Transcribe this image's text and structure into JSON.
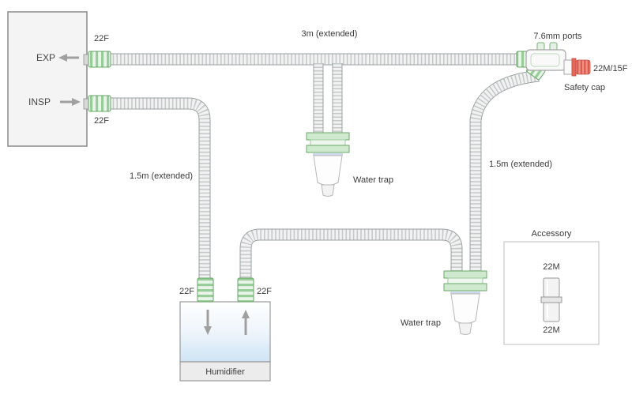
{
  "ventilator": {
    "exp": "EXP",
    "insp": "INSP"
  },
  "ports": {
    "exp_size": "22F",
    "insp_size": "22F",
    "humidifier_inlet_size": "22F",
    "humidifier_outlet_size": "22F",
    "patient_connector_size": "22M/15F",
    "monitoring_ports": "7.6mm ports",
    "safety_cap": "Safety cap"
  },
  "tubes": {
    "exp_limb_length": "3m (extended)",
    "insp_limb_length": "1.5m (extended)",
    "patient_limb_length": "1.5m (extended)"
  },
  "water_traps": {
    "exp": "Water trap",
    "insp": "Water trap"
  },
  "humidifier": {
    "label": "Humidifier"
  },
  "accessory": {
    "title": "Accessory",
    "adapter_top": "22M",
    "adapter_bottom": "22M"
  },
  "colors": {
    "tube_fill": "#f2f2f2",
    "tube_rib": "#c6caca",
    "tube_outline": "#9aa0a0",
    "connector_green": "#98cc98",
    "connector_green_light": "#eaf5ea",
    "safety_cap_red": "#e4695b",
    "humidifier_water": "#cfe4f5",
    "text": "#3a3a3a"
  }
}
